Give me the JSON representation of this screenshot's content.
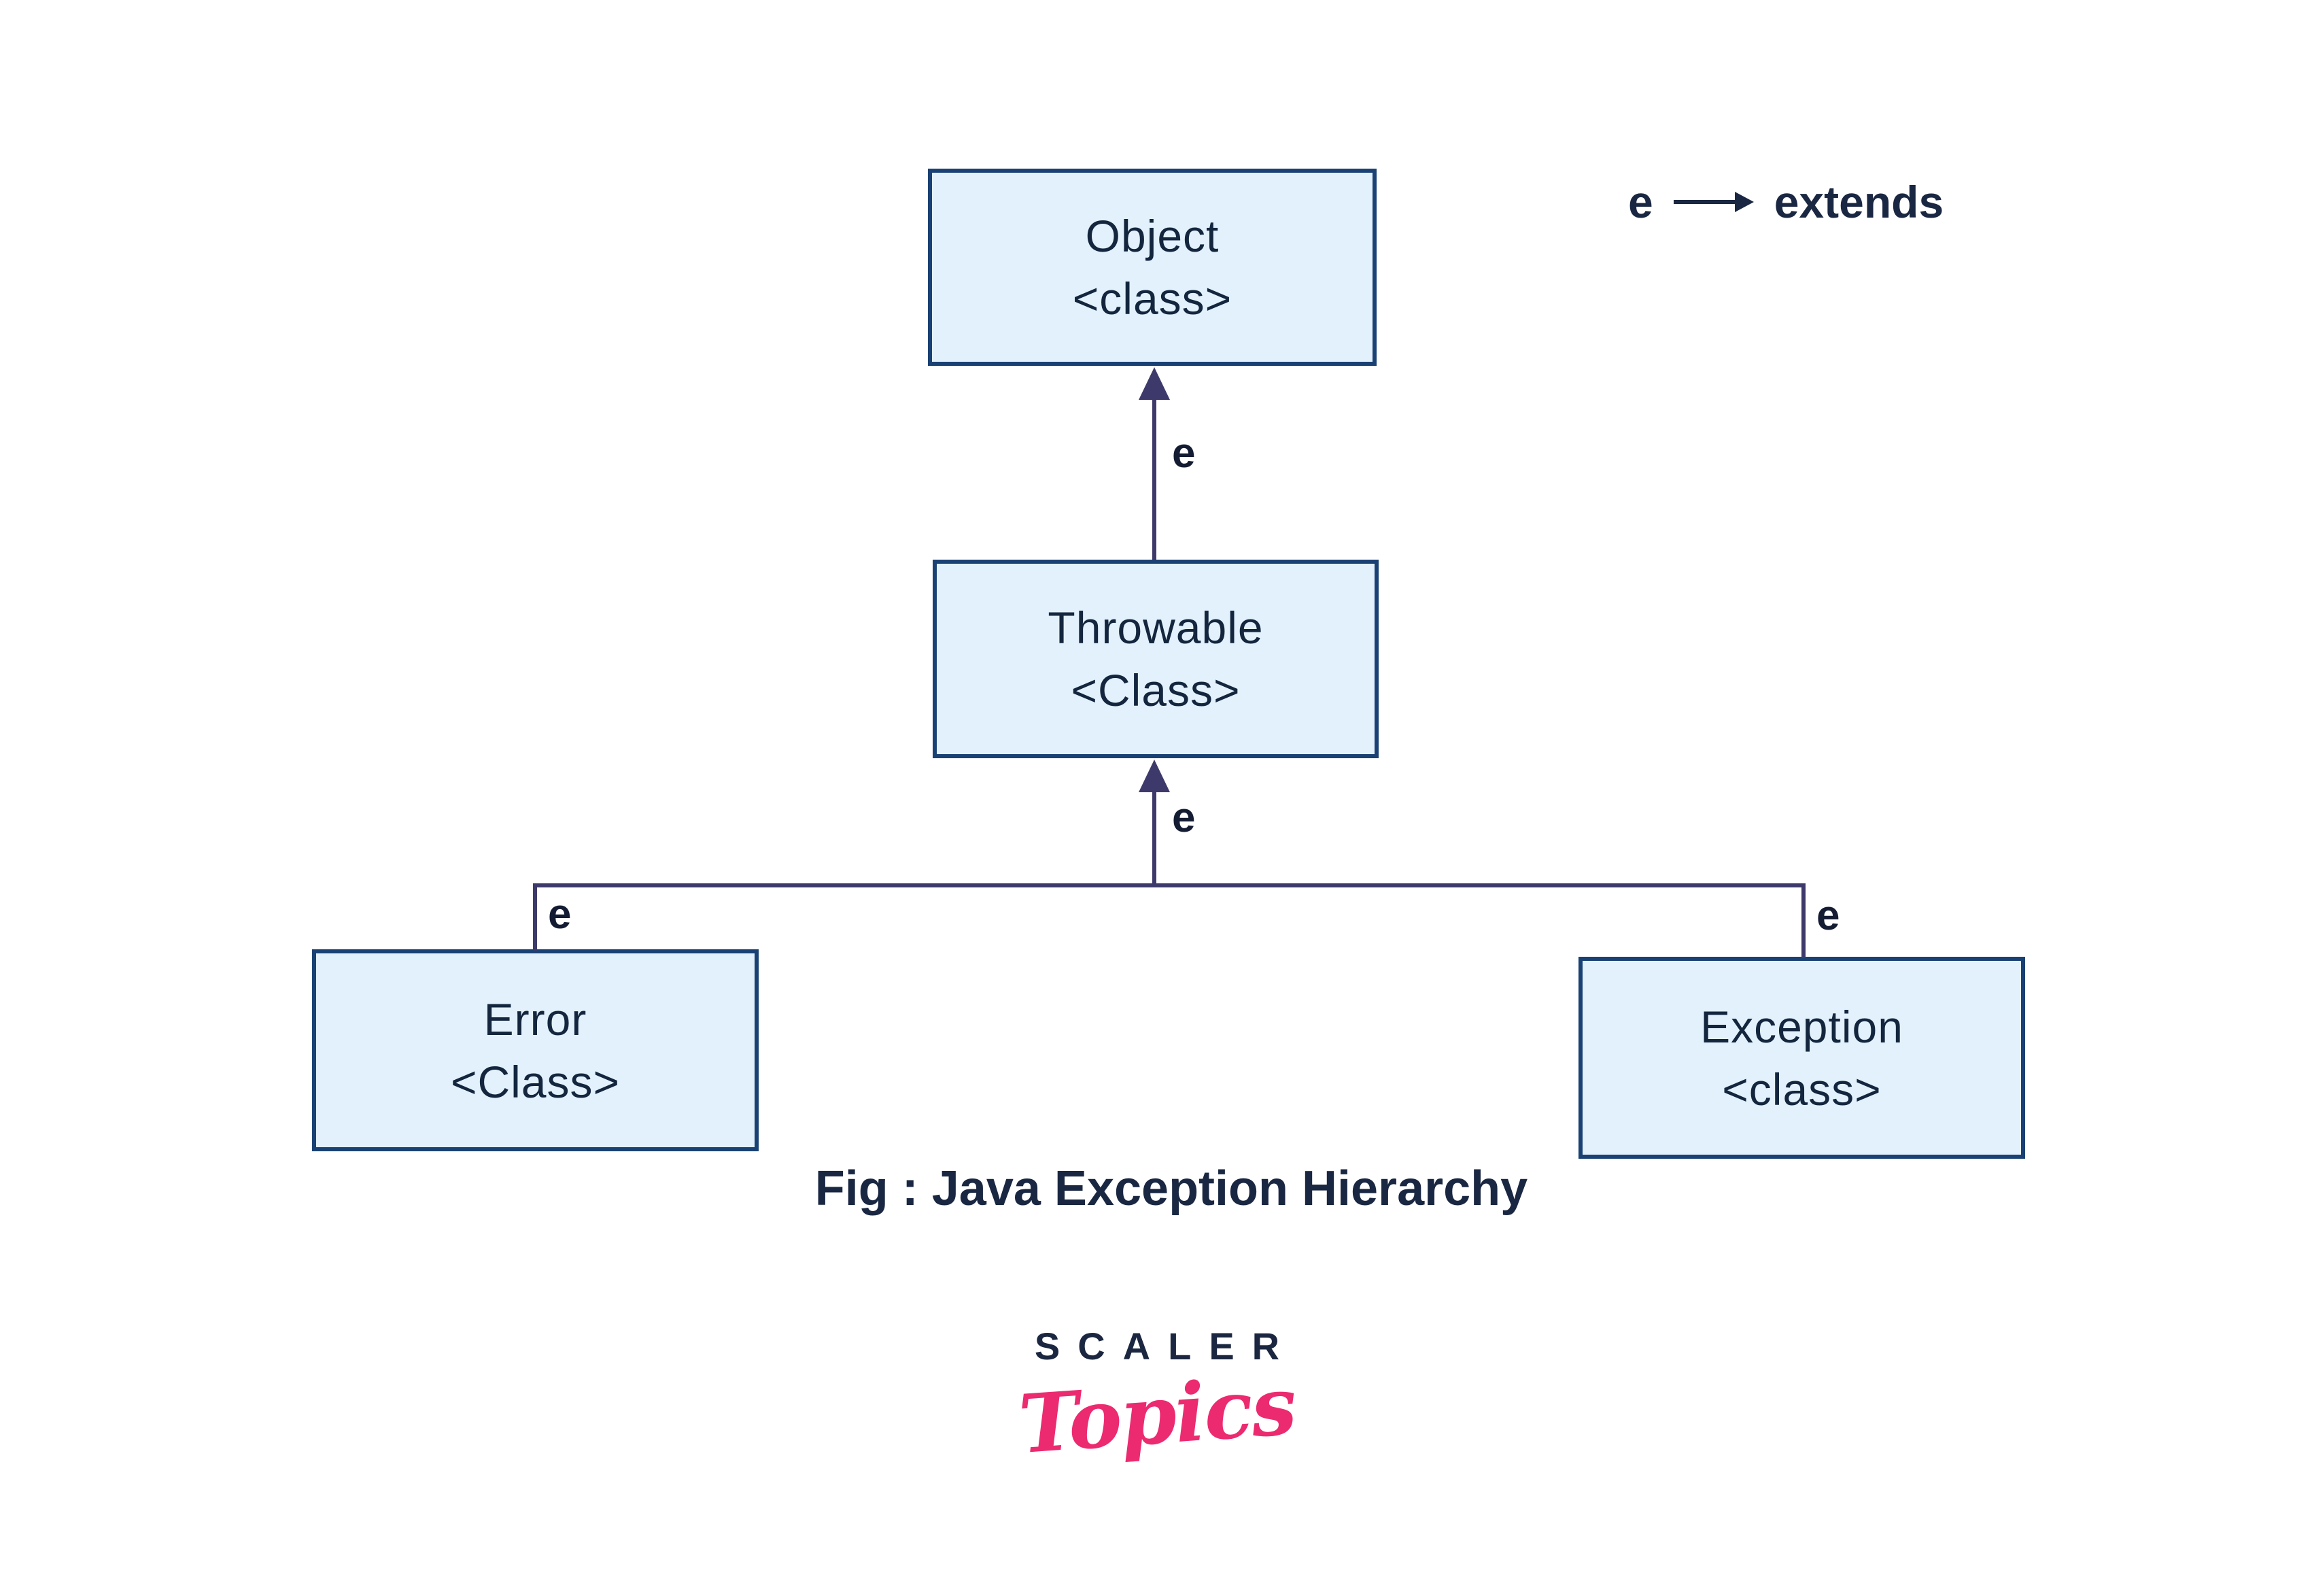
{
  "legend": {
    "symbol": "e",
    "meaning": "extends"
  },
  "nodes": {
    "object": {
      "title": "Object",
      "subtitle": "<class>"
    },
    "throwable": {
      "title": "Throwable",
      "subtitle": "<Class>"
    },
    "error": {
      "title": "Error",
      "subtitle": "<Class>"
    },
    "exception": {
      "title": "Exception",
      "subtitle": "<class>"
    }
  },
  "edge_labels": {
    "throwable_extends_object": "e",
    "branch_extends_throwable": "e",
    "error_branch": "e",
    "exception_branch": "e"
  },
  "caption": "Fig : Java Exception Hierarchy",
  "logo": {
    "brand": "SCALER",
    "product": "Topics"
  },
  "colors": {
    "box_fill": "#e3f1fc",
    "box_border": "#1a4173",
    "connector": "#3d3a6b",
    "node_text": "#13263e",
    "heading_text": "#1a2742",
    "brand_navy": "#1b2740",
    "brand_pink": "#ec2a70",
    "background": "#ffffff"
  }
}
